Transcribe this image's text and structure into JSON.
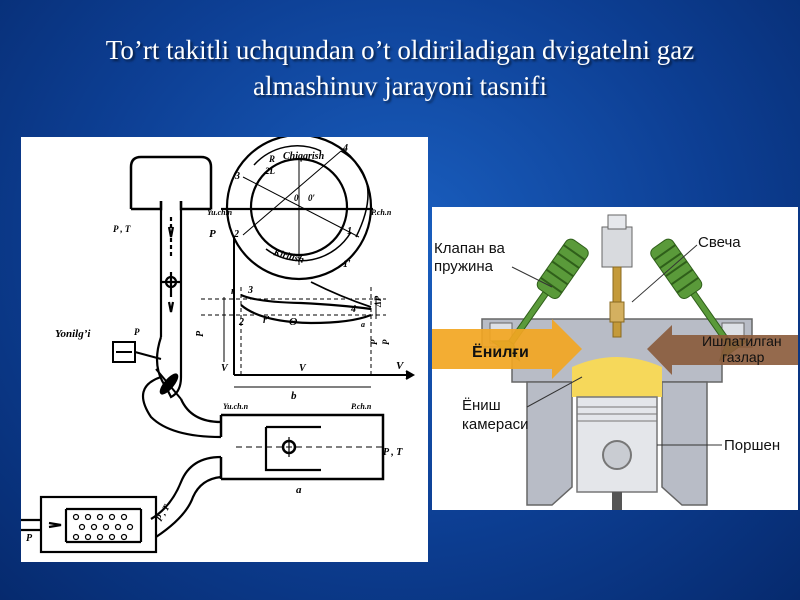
{
  "slide": {
    "title_line1": "To’rt takitli uchqundan o’t oldiriladigan dvigatelni gaz",
    "title_line2": "almashinuv jarayoni tasnifi"
  },
  "left_figure": {
    "circle_labels": {
      "chiqarish": "Chiqarish",
      "kiritish": "Kiritish",
      "r_over_2l": "R",
      "two_l": "2L",
      "o": "0",
      "o_prime": "0′",
      "yu_ch_n": "Yu.ch.n",
      "p_ch_n": "P.ch.n",
      "n1": "1",
      "n2": "2",
      "n3": "3",
      "n4": "4",
      "n1p": "1′"
    },
    "pv_labels": {
      "p_axis": "P",
      "v_axis": "V",
      "r": "r",
      "r_prime": "r′",
      "n2": "2",
      "n3": "3",
      "n4": "4",
      "a": "a",
      "theta": "Θ",
      "pr": "P",
      "pa": "P",
      "p0": "P",
      "delta_p": "ΔP",
      "vc": "V",
      "vh": "V",
      "b": "b"
    },
    "engine_labels": {
      "yonilgi": "Yonilg’i",
      "pc_tc": "P , T",
      "pr_top": "P",
      "yu_ch_n": "Yu.ch.n",
      "p_ch_n": "P.ch.n",
      "pa_ta": "P , T",
      "a": "a",
      "pk_tk": "P , T",
      "p0": "P"
    }
  },
  "right_figure": {
    "labels": {
      "klapan": "Клапан ва",
      "prujina": "пружина",
      "svecha": "Свеча",
      "enilgi": "Ёнилғи",
      "ishlatilgan1": "Ишлатилган",
      "ishlatilgan2": "газлар",
      "enish1": "Ёниш",
      "enish2": "камераси",
      "porshen": "Поршен"
    },
    "colors": {
      "intake_arrow": "#f2a622",
      "exhaust_arrow": "#8a5a3a",
      "valve_spring": "#5a9a3a",
      "block": "#b8bcc6",
      "chamber": "#f6d85a"
    }
  }
}
